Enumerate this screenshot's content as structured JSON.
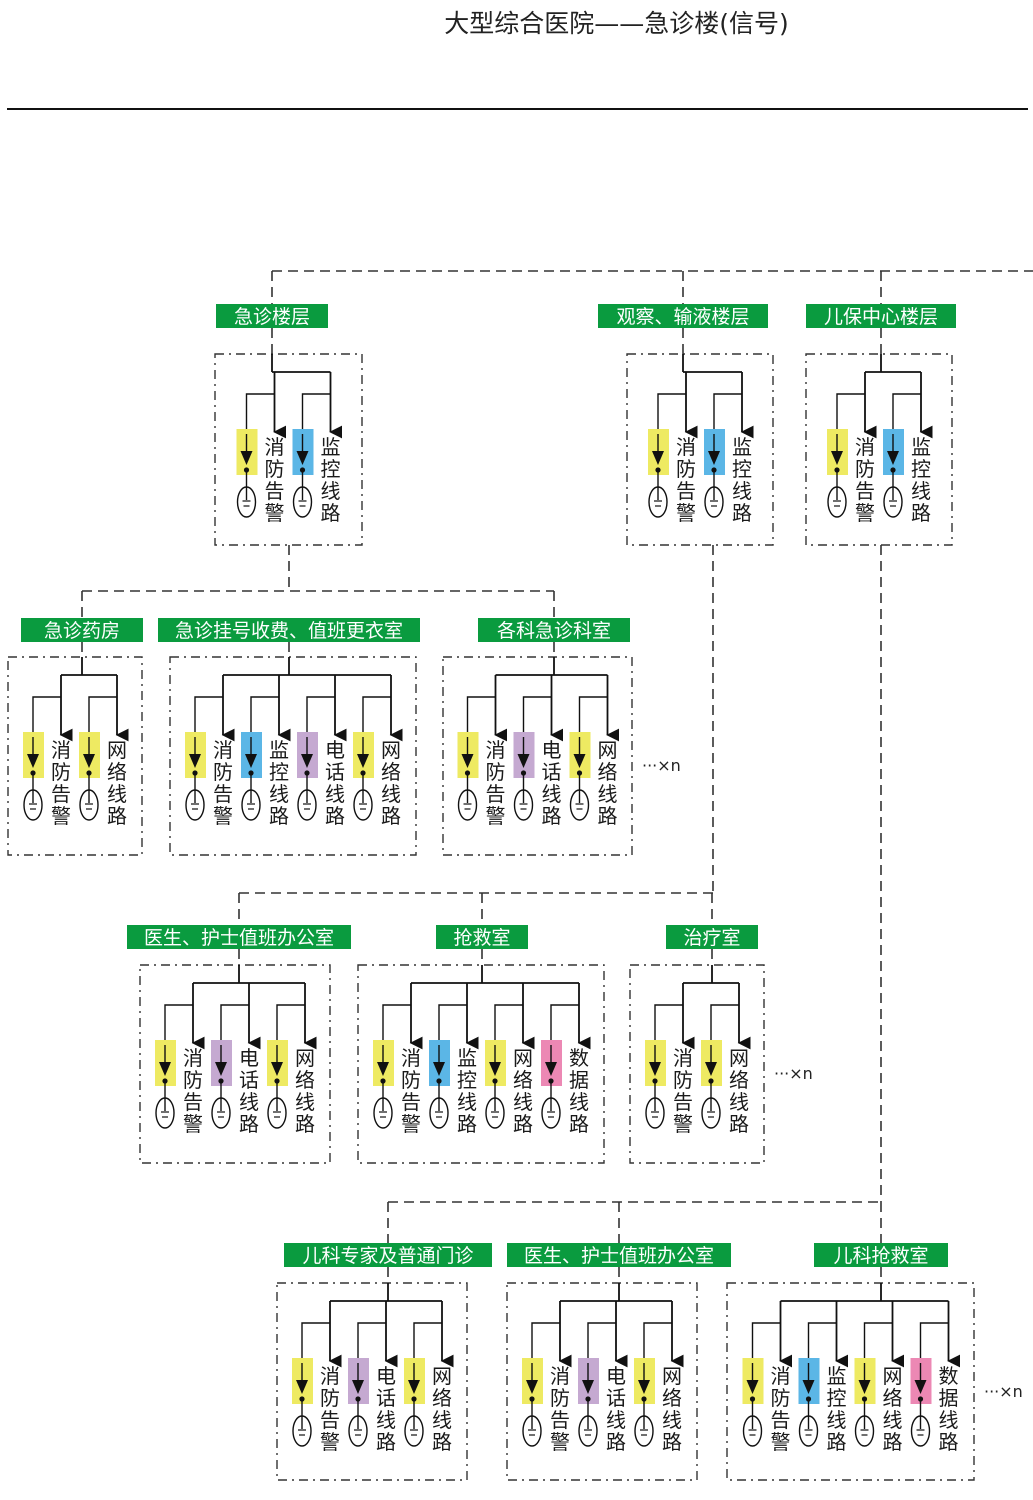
{
  "title": "大型综合医院——急诊楼(信号)",
  "colors": {
    "label_bg": "#0a9b3f",
    "fire": "#eeea62",
    "monitor": "#5bb6e6",
    "phone": "#c5a9d1",
    "network": "#eeea62",
    "data": "#ec88b4",
    "line": "#111111"
  },
  "circuit_types": {
    "fire": "消防告警",
    "monitor": "监控线路",
    "phone": "电话线路",
    "network": "网络线路",
    "data": "数据线路"
  },
  "repeat_marker": "···×n",
  "groups": [
    {
      "id": "g1",
      "label": "急诊楼层",
      "circuits": [
        "fire",
        "monitor"
      ],
      "repeat": false
    },
    {
      "id": "g2",
      "label": "观察、输液楼层",
      "circuits": [
        "fire",
        "monitor"
      ],
      "repeat": false
    },
    {
      "id": "g3",
      "label": "儿保中心楼层",
      "circuits": [
        "fire",
        "monitor"
      ],
      "repeat": false
    },
    {
      "id": "g4",
      "label": "急诊药房",
      "circuits": [
        "fire",
        "network"
      ],
      "repeat": false
    },
    {
      "id": "g5",
      "label": "急诊挂号收费、值班更衣室",
      "circuits": [
        "fire",
        "monitor",
        "phone",
        "network"
      ],
      "repeat": false
    },
    {
      "id": "g6",
      "label": "各科急诊科室",
      "circuits": [
        "fire",
        "phone",
        "network"
      ],
      "repeat": true
    },
    {
      "id": "g7",
      "label": "医生、护士值班办公室",
      "circuits": [
        "fire",
        "phone",
        "network"
      ],
      "repeat": false
    },
    {
      "id": "g8",
      "label": "抢救室",
      "circuits": [
        "fire",
        "monitor",
        "network",
        "data"
      ],
      "repeat": false
    },
    {
      "id": "g9",
      "label": "治疗室",
      "circuits": [
        "fire",
        "network"
      ],
      "repeat": true
    },
    {
      "id": "g10",
      "label": "儿科专家及普通门诊",
      "circuits": [
        "fire",
        "phone",
        "network"
      ],
      "repeat": false
    },
    {
      "id": "g11",
      "label": "医生、护士值班办公室",
      "circuits": [
        "fire",
        "phone",
        "network"
      ],
      "repeat": false
    },
    {
      "id": "g12",
      "label": "儿科抢救室",
      "circuits": [
        "fire",
        "monitor",
        "network",
        "data"
      ],
      "repeat": true
    }
  ]
}
